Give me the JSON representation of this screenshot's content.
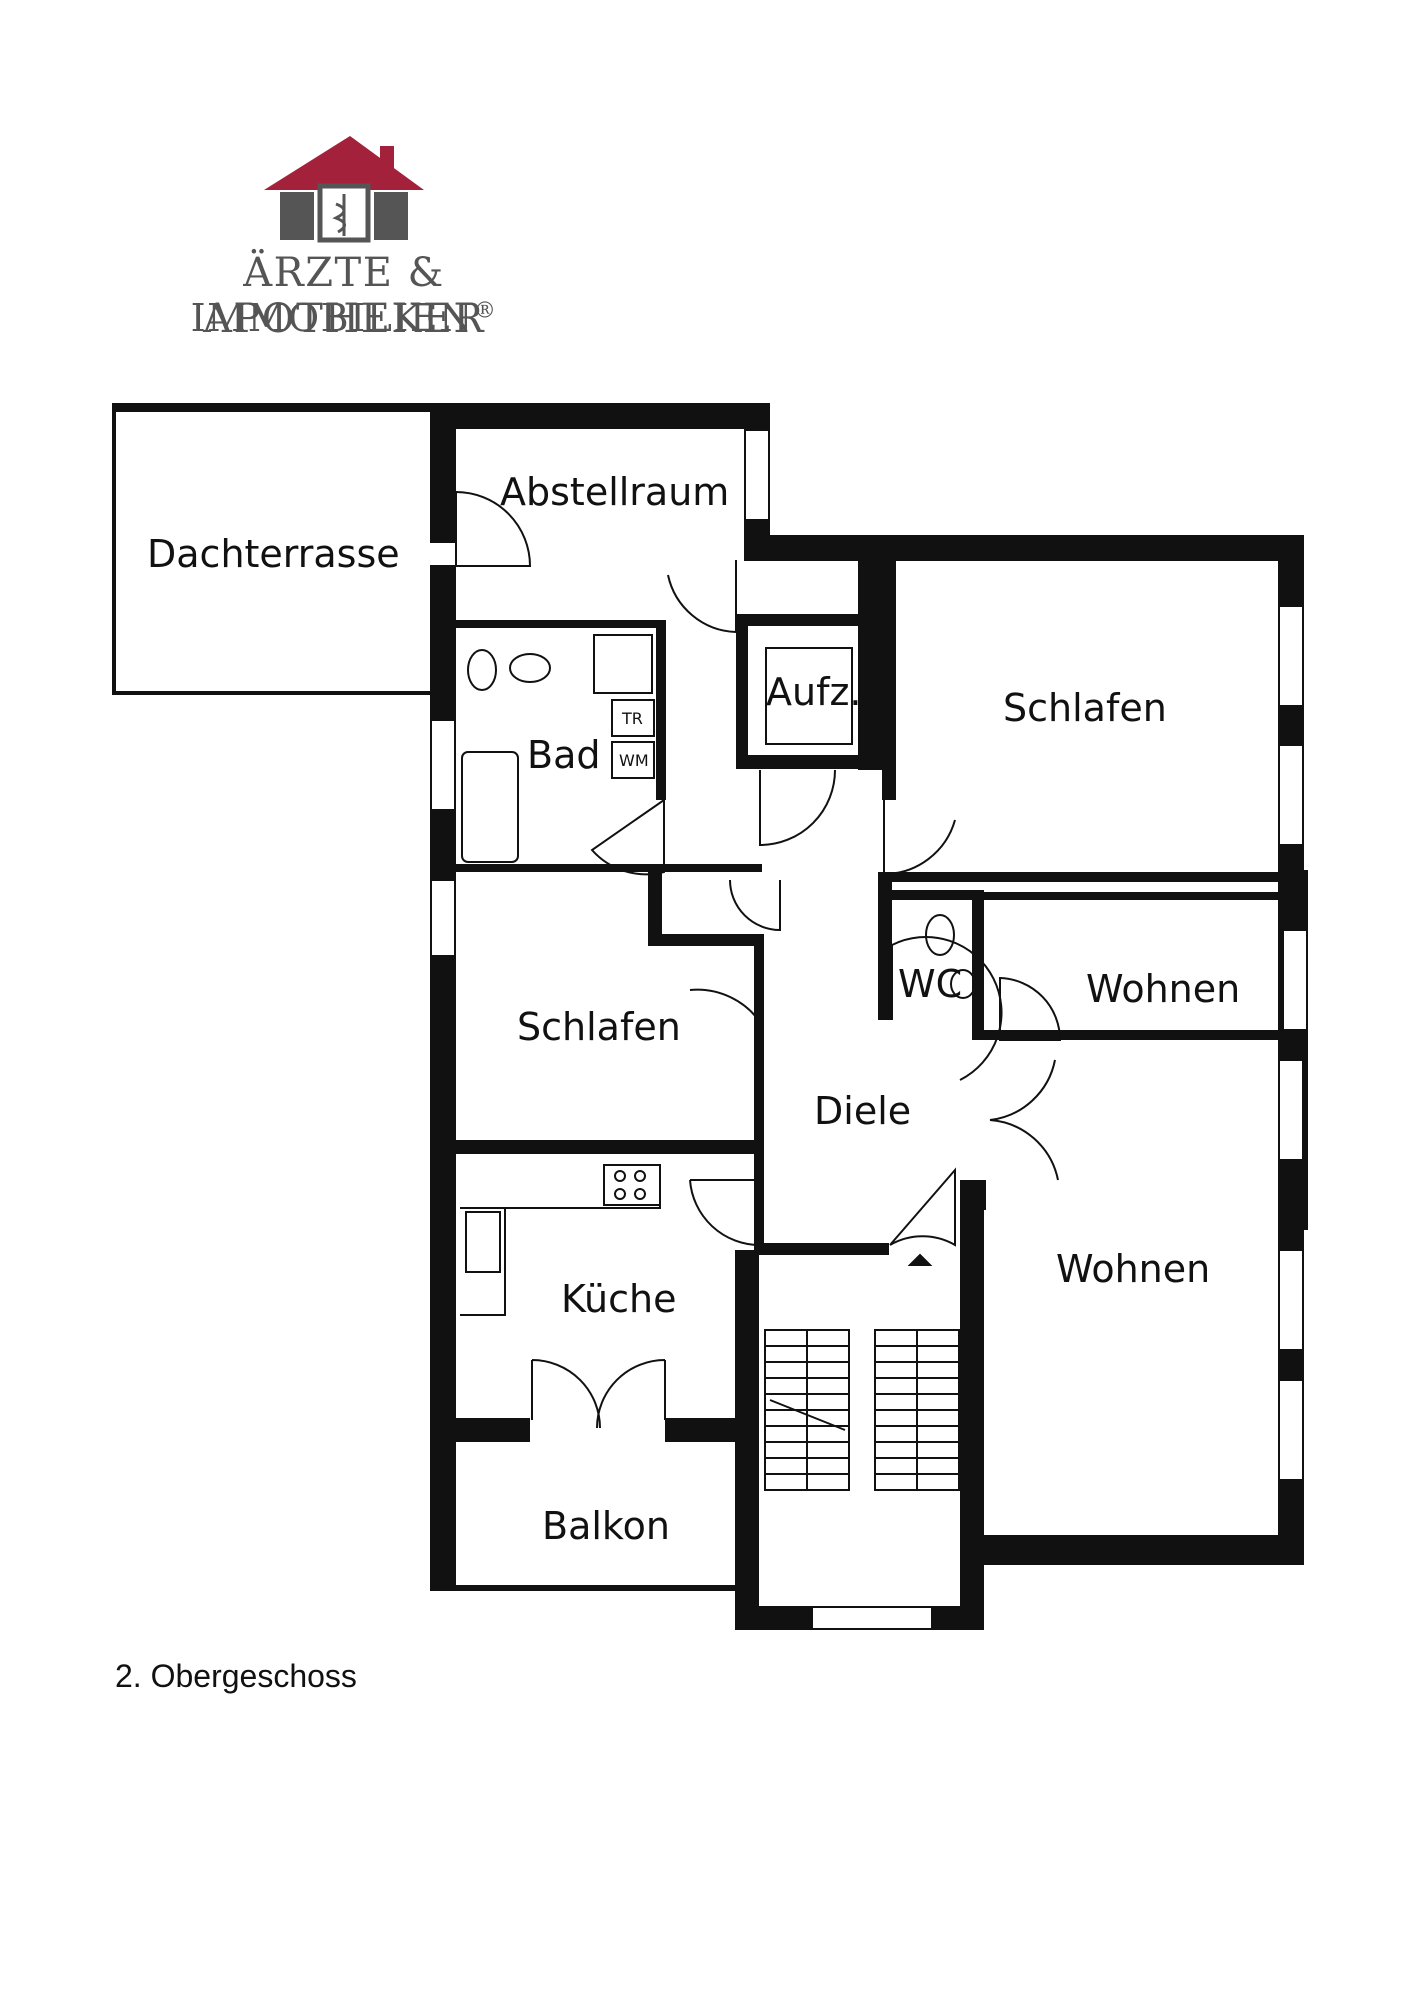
{
  "brand": {
    "line1": "ÄRZTE & APOTHEKER",
    "line2": "IMMOBILIEN",
    "registered": "®",
    "roof_color": "#a3213b",
    "house_color": "#555555"
  },
  "rooms": {
    "dachterrasse": "Dachterrasse",
    "abstellraum": "Abstellraum",
    "bad": "Bad",
    "aufzug": "Aufz.",
    "schlafen_1": "Schlafen",
    "schlafen_2": "Schlafen",
    "wc": "WC",
    "wohnen_1": "Wohnen",
    "wohnen_2": "Wohnen",
    "diele": "Diele",
    "kueche": "Küche",
    "balkon": "Balkon"
  },
  "fixtures": {
    "dryer": "TR",
    "washer": "WM"
  },
  "caption": "2. Obergeschoss"
}
